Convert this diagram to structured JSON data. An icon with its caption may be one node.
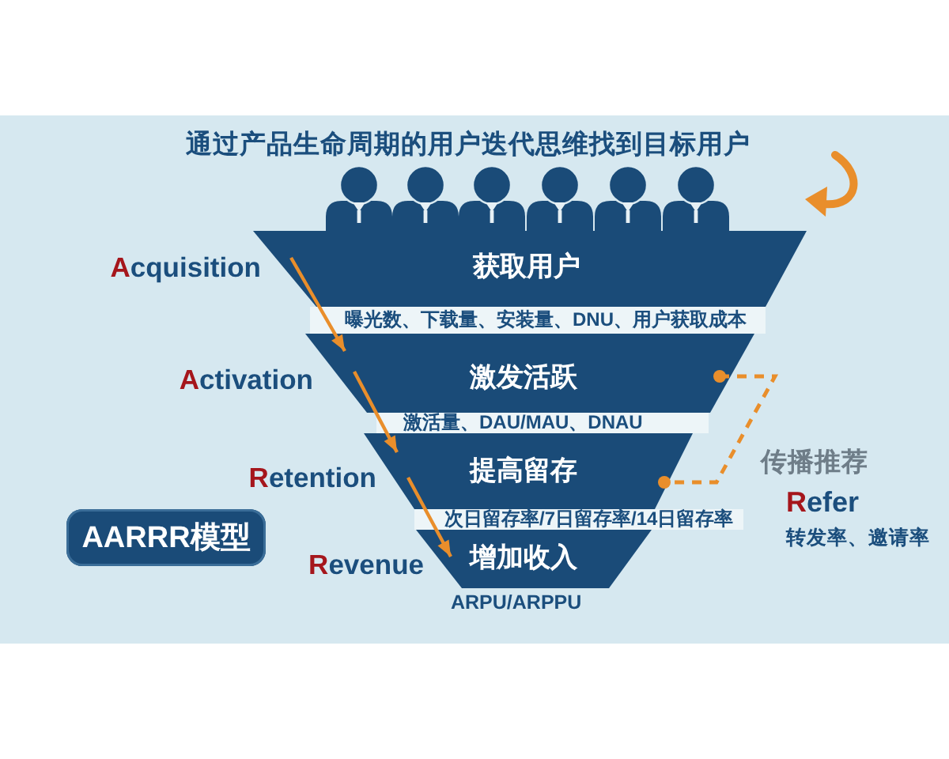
{
  "diagram": {
    "title": "通过产品生命周期的用户迭代思维找到目标用户",
    "nodes": [
      {
        "text": [
          "获取用户"
        ],
        "beside": [
          "Acquisition",
          "曝光数、下载量、安装量、DNU、用户获取成本"
        ]
      },
      {
        "text": [
          "激发活跃"
        ],
        "beside": [
          "Activation",
          "激活量、DAU/MAU、DNAU"
        ]
      },
      {
        "text": [
          "提高留存"
        ],
        "beside": [
          "Retention",
          "次日留存率/7日留存率/14日留存率"
        ]
      },
      {
        "text": [
          "增加收入"
        ],
        "beside": [
          "Revenue",
          "ARPU/ARPPU"
        ]
      },
      {
        "text": [
          "AARRR模型"
        ]
      }
    ],
    "edges": [
      {
        "from": 0,
        "to": 1,
        "arrow": "to"
      },
      {
        "from": 1,
        "to": 2,
        "arrow": "to"
      },
      {
        "from": 2,
        "to": 3,
        "arrow": "to"
      },
      {
        "from": 1,
        "to": 2,
        "arrow": "other",
        "style": "dashed"
      }
    ],
    "labels": [
      "传播推荐",
      "Refer",
      "转发率、邀请率"
    ]
  }
}
